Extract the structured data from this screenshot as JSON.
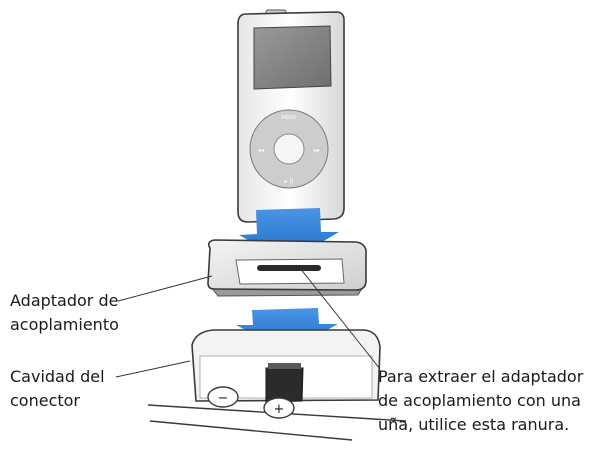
{
  "labels": {
    "adapter_line1": "Adaptador de",
    "adapter_line2": "acoplamiento",
    "cavity_line1": "Cavidad del",
    "cavity_line2": "conector",
    "slot_line1": "Para extraer el adaptador",
    "slot_line2": "de acoplamiento con una",
    "slot_line3": "uña, utilice esta ranura."
  },
  "buttons": {
    "minus": "−",
    "plus": "+"
  },
  "colors": {
    "arrow": "#2f7fd8",
    "outline": "#3a3a3a",
    "screen": "#8a8a8a",
    "wheel": "#c9c9c9"
  }
}
